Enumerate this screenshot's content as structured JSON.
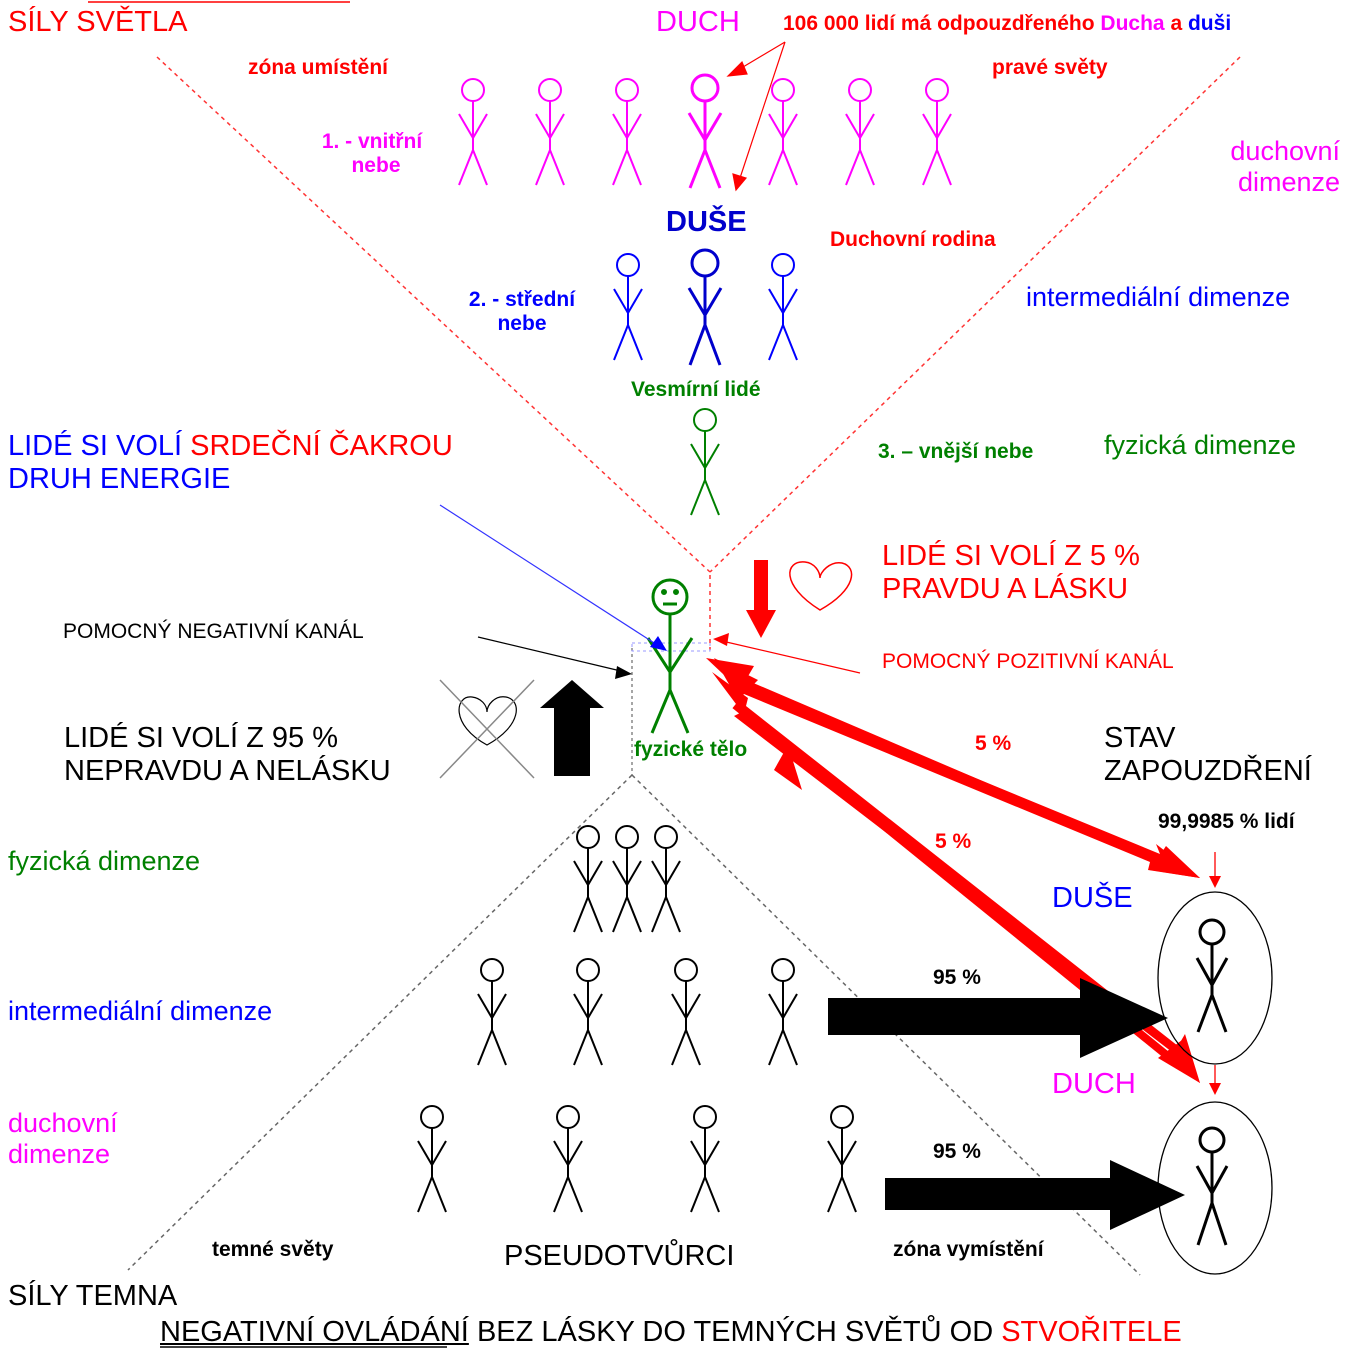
{
  "colors": {
    "light": "#ff0000",
    "spirit": "#ff00ff",
    "soul": "#0000ff",
    "physical": "#008000",
    "dark": "#000000"
  },
  "top": {
    "sily_svetla": "SÍLY SVĚTLA",
    "duch": "DUCH",
    "count_text": "106 000 lidí má odpouzdřeného",
    "count_ducha": "Ducha",
    "count_a": "a",
    "count_dusi": "duši",
    "zona_umisteni": "zóna umístění",
    "prave_svety": "pravé světy",
    "vnitrni_nebe_1": "1. - vnitřní",
    "vnitrni_nebe_2": "nebe",
    "duchovni_dimenze_1": "duchovní",
    "duchovni_dimenze_2": "dimenze",
    "duse": "DUŠE",
    "duchovni_rodina": "Duchovní rodina",
    "stredni_nebe_1": "2. - střední",
    "stredni_nebe_2": "nebe",
    "intermedialni_dimenze": "intermediální dimenze",
    "vesmirni_lide": "Vesmírní lidé",
    "vnejsi_nebe": "3. – vnější nebe",
    "fyzicka_dimenze": "fyzická dimenze"
  },
  "middle": {
    "volba_1a": "LIDÉ SI VOLÍ",
    "volba_1b": "SRDEČNÍ ČAKROU",
    "volba_2": "DRUH ENERGIE",
    "pravda_1": "LIDÉ SI VOLÍ Z 5 %",
    "pravda_2": "PRAVDU A LÁSKU",
    "negativni_kanal": "POMOCNÝ NEGATIVNÍ KANÁL",
    "pozitivni_kanal": "POMOCNÝ POZITIVNÍ KANÁL",
    "nepravda_1": "LIDÉ SI VOLÍ Z 95 %",
    "nepravda_2": "NEPRAVDU A NELÁSKU",
    "fyzicke_telo": "fyzické tělo",
    "pct5_a": "5 %",
    "pct5_b": "5 %",
    "stav_1": "STAV",
    "stav_2": "ZAPOUZDŘENÍ",
    "lidi_pct": "99,9985 % lidí"
  },
  "bottom": {
    "fyzicka_dimenze": "fyzická dimenze",
    "intermedialni_dimenze": "intermediální dimenze",
    "duchovni_dimenze_1": "duchovní",
    "duchovni_dimenze_2": "dimenze",
    "duse": "DUŠE",
    "duch": "DUCH",
    "pct95_a": "95 %",
    "pct95_b": "95 %",
    "temne_svety": "temné světy",
    "pseudotvurci": "PSEUDOTVŮRCI",
    "zona_vymisteni": "zóna vymístění",
    "sily_temna": "SÍLY TEMNA",
    "footer_1": "NEGATIVNÍ OVLÁDÁNÍ",
    "footer_2": "BEZ LÁSKY DO TEMNÝCH SVĚTŮ OD",
    "footer_3": "STVOŘITELE"
  },
  "figures": {
    "top_row": [
      "spirit",
      "spirit",
      "spirit",
      "spirit-main",
      "spirit",
      "spirit",
      "spirit"
    ],
    "soul_row": [
      "soul",
      "soul-main",
      "soul"
    ],
    "cosmic": "physical",
    "body": "physical-main",
    "dark_rows": [
      3,
      4,
      4
    ],
    "encapsulated": [
      "soul-capsule",
      "spirit-capsule"
    ]
  }
}
